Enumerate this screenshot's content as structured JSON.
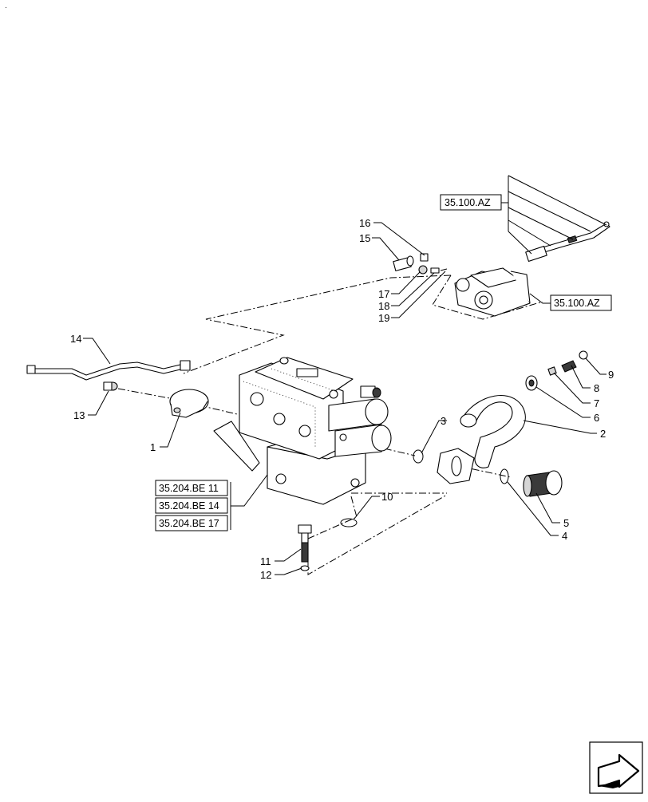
{
  "corner_mark": "·",
  "reference_links": {
    "steering_top": "35.100.AZ",
    "steering_pump": "35.100.AZ",
    "valve_refs": [
      "35.204.BE 11",
      "35.204.BE 14",
      "35.204.BE 17"
    ]
  },
  "callouts": {
    "c1": "1",
    "c2": "2",
    "c3": "3",
    "c4": "4",
    "c5": "5",
    "c6": "6",
    "c7": "7",
    "c8": "8",
    "c9": "9",
    "c10": "10",
    "c11": "11",
    "c12": "12",
    "c13": "13",
    "c14": "14",
    "c15": "15",
    "c16": "16",
    "c17": "17",
    "c18": "18",
    "c19": "19"
  },
  "nav_icon": "next-page-arrow-icon"
}
